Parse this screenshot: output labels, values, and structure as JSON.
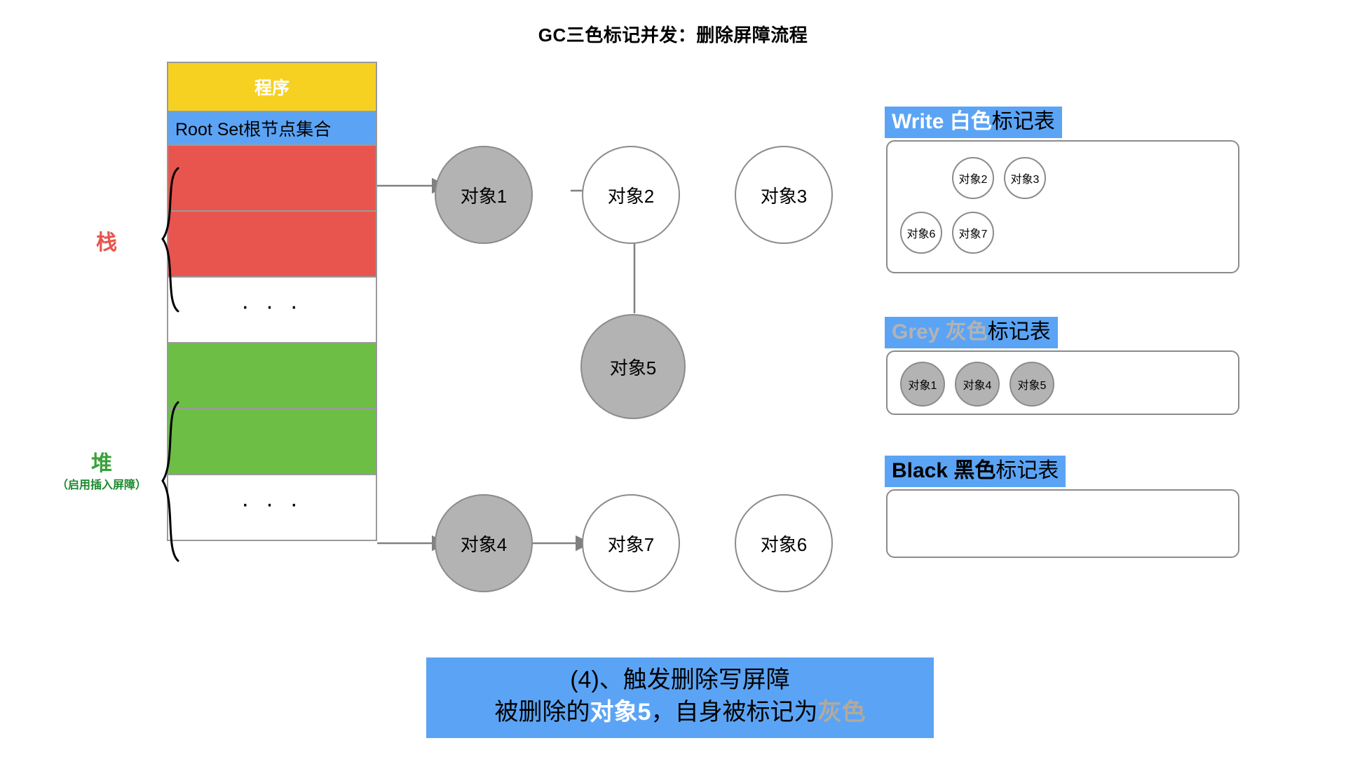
{
  "title": "GC三色标记并发：删除屏障流程",
  "memory": {
    "program_label": "程序",
    "root_set_label": "Root Set根节点集合",
    "ellipsis": "· · ·",
    "stack_label": "栈",
    "heap_label": "堆",
    "heap_sublabel": "（启用插入屏障）"
  },
  "objects": {
    "obj1": "对象1",
    "obj2": "对象2",
    "obj3": "对象3",
    "obj4": "对象4",
    "obj5": "对象5",
    "obj6": "对象6",
    "obj7": "对象7"
  },
  "tables": {
    "white": {
      "header_en": "Write 白色",
      "header_cn": "标记表",
      "items": [
        "对象2",
        "对象3",
        "对象6",
        "对象7"
      ]
    },
    "grey": {
      "header_en": "Grey 灰色",
      "header_cn": "标记表",
      "items": [
        "对象1",
        "对象4",
        "对象5"
      ]
    },
    "black": {
      "header_en": "Black 黑色",
      "header_cn": "标记表",
      "items": []
    }
  },
  "caption": {
    "line1": "(4)、触发删除写屏障",
    "line2_pre": "被删除的",
    "line2_hl1": "对象5",
    "line2_mid": "，自身被标记为",
    "line2_hl2": "灰色"
  },
  "colors": {
    "program_yellow": "#f7d122",
    "root_blue": "#5ba4f5",
    "stack_red": "#e8554e",
    "heap_green": "#6cbe45",
    "grey_fill": "#b3b3b3",
    "stroke": "#8b8b8b"
  }
}
